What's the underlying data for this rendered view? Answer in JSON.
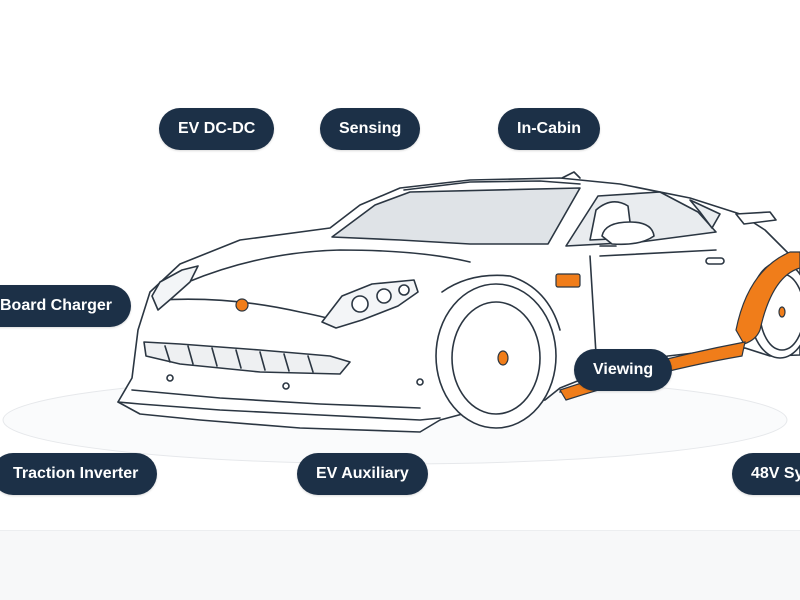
{
  "labels": {
    "ev_dcdc": "EV DC-DC",
    "sensing": "Sensing",
    "in_cabin": "In-Cabin",
    "on_board_charger": "Board Charger",
    "viewing": "Viewing",
    "traction_inverter": "Traction Inverter",
    "ev_auxiliary": "EV Auxiliary",
    "system_48v": "48V Sy"
  },
  "colors": {
    "pill_bg": "#1c3047",
    "pill_text": "#ffffff",
    "accent": "#f07d1a",
    "outline": "#2b3642",
    "band": "#f7f8f9"
  },
  "icons": {
    "car": "sports-car-illustration"
  }
}
